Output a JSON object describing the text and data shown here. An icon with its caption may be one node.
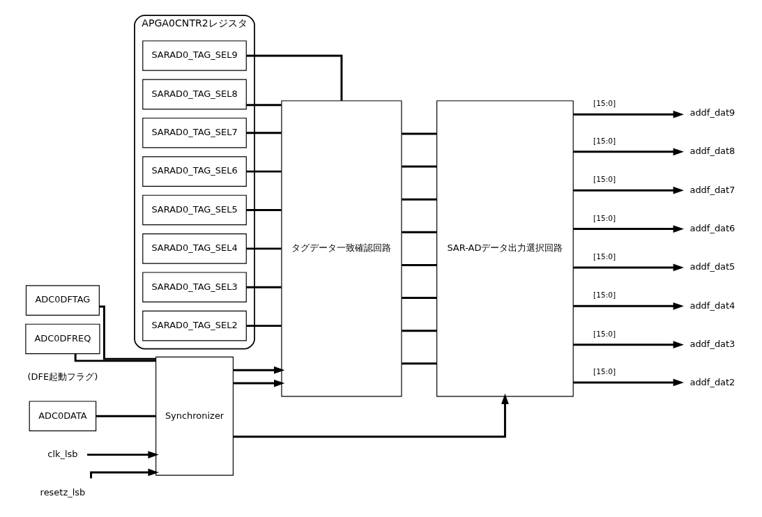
{
  "diagram": {
    "nodes": [
      {
        "text": [
          "APGA0CNTR2レジスタ"
        ]
      },
      {
        "text": [
          "SARAD0_TAG_SEL9"
        ],
        "in": 0
      },
      {
        "text": [
          "SARAD0_TAG_SEL8"
        ],
        "in": 0
      },
      {
        "text": [
          "SARAD0_TAG_SEL7"
        ],
        "in": 0
      },
      {
        "text": [
          "SARAD0_TAG_SEL6"
        ],
        "in": 0
      },
      {
        "text": [
          "SARAD0_TAG_SEL5"
        ],
        "in": 0
      },
      {
        "text": [
          "SARAD0_TAG_SEL4"
        ],
        "in": 0
      },
      {
        "text": [
          "SARAD0_TAG_SEL3"
        ],
        "in": 0
      },
      {
        "text": [
          "SARAD0_TAG_SEL2"
        ],
        "in": 0
      },
      {
        "text": [
          "タグデータ一致確認回路"
        ]
      },
      {
        "text": [
          "SAR-ADデータ出力選択回路"
        ]
      },
      {
        "text": [
          "addf_dat9"
        ]
      },
      {
        "text": [
          "addf_dat8"
        ]
      },
      {
        "text": [
          "addf_dat7"
        ]
      },
      {
        "text": [
          "addf_dat6"
        ]
      },
      {
        "text": [
          "addf_dat5"
        ]
      },
      {
        "text": [
          "addf_dat4"
        ]
      },
      {
        "text": [
          "addf_dat3"
        ]
      },
      {
        "text": [
          "addf_dat2"
        ]
      },
      {
        "text": [
          "ADC0DFTAG"
        ]
      },
      {
        "text": [
          "ADC0DFREQ"
        ],
        "beside": [
          "(DFE起動フラグ)"
        ]
      },
      {
        "text": [
          "ADC0DATA"
        ]
      },
      {
        "text": [
          "Synchronizer"
        ]
      },
      {
        "text": [
          "clk_lsb"
        ]
      },
      {
        "text": [
          "resetz_lsb"
        ]
      }
    ],
    "edges": [
      {
        "from": 1,
        "to": 9,
        "arrow": "none"
      },
      {
        "from": 2,
        "to": 9,
        "arrow": "none"
      },
      {
        "from": 3,
        "to": 9,
        "arrow": "none"
      },
      {
        "from": 4,
        "to": 9,
        "arrow": "none"
      },
      {
        "from": 5,
        "to": 9,
        "arrow": "none"
      },
      {
        "from": 6,
        "to": 9,
        "arrow": "none"
      },
      {
        "from": 7,
        "to": 9,
        "arrow": "none"
      },
      {
        "from": 8,
        "to": 9,
        "arrow": "none"
      },
      {
        "from": 9,
        "to": 10,
        "arrow": "none"
      },
      {
        "from": 9,
        "to": 10,
        "arrow": "none"
      },
      {
        "from": 9,
        "to": 10,
        "arrow": "none"
      },
      {
        "from": 9,
        "to": 10,
        "arrow": "none"
      },
      {
        "from": 9,
        "to": 10,
        "arrow": "none"
      },
      {
        "from": 9,
        "to": 10,
        "arrow": "none"
      },
      {
        "from": 9,
        "to": 10,
        "arrow": "none"
      },
      {
        "from": 9,
        "to": 10,
        "arrow": "none"
      },
      {
        "from": 10,
        "to": 11,
        "arrow": "to",
        "label": "[15:0]"
      },
      {
        "from": 10,
        "to": 12,
        "arrow": "to",
        "label": "[15:0]"
      },
      {
        "from": 10,
        "to": 13,
        "arrow": "to",
        "label": "[15:0]"
      },
      {
        "from": 10,
        "to": 14,
        "arrow": "to",
        "label": "[15:0]"
      },
      {
        "from": 10,
        "to": 15,
        "arrow": "to",
        "label": "[15:0]"
      },
      {
        "from": 10,
        "to": 16,
        "arrow": "to",
        "label": "[15:0]"
      },
      {
        "from": 10,
        "to": 17,
        "arrow": "to",
        "label": "[15:0]"
      },
      {
        "from": 10,
        "to": 18,
        "arrow": "to",
        "label": "[15:0]"
      },
      {
        "from": 19,
        "to": 22,
        "arrow": "none"
      },
      {
        "from": 22,
        "to": 9,
        "arrow": "to"
      },
      {
        "from": 20,
        "to": 22,
        "arrow": "none"
      },
      {
        "from": 22,
        "to": 9,
        "arrow": "to"
      },
      {
        "from": 21,
        "to": 22,
        "arrow": "none"
      },
      {
        "from": 22,
        "to": 10,
        "arrow": "to"
      },
      {
        "from": 23,
        "to": 22,
        "arrow": "to"
      },
      {
        "from": 24,
        "to": 22,
        "arrow": "to"
      }
    ]
  }
}
